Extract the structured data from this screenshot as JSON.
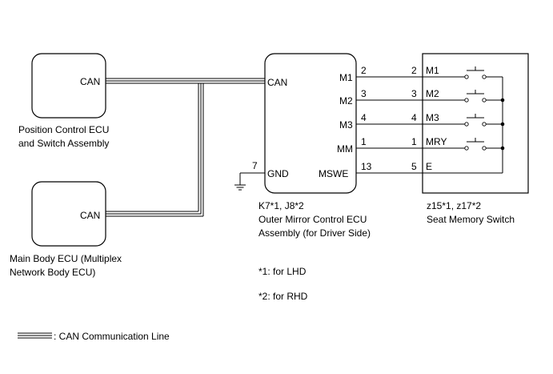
{
  "ecus": {
    "position": {
      "port": "CAN",
      "caption": [
        "Position Control ECU",
        "and Switch Assembly"
      ]
    },
    "main_body": {
      "port": "CAN",
      "caption": [
        "Main Body ECU (Multiplex",
        "Network Body ECU)"
      ]
    },
    "mirror": {
      "can_port": "CAN",
      "gnd_port": "GND",
      "gnd_pin": "7",
      "pins": [
        {
          "name": "M1",
          "ecu_pin": "2",
          "switch_pin": "2",
          "switch_label": "M1"
        },
        {
          "name": "M2",
          "ecu_pin": "3",
          "switch_pin": "3",
          "switch_label": "M2"
        },
        {
          "name": "M3",
          "ecu_pin": "4",
          "switch_pin": "4",
          "switch_label": "M3"
        },
        {
          "name": "MM",
          "ecu_pin": "1",
          "switch_pin": "1",
          "switch_label": "MRY"
        },
        {
          "name": "MSWE",
          "ecu_pin": "13",
          "switch_pin": "5",
          "switch_label": "E"
        }
      ],
      "connector": "K7*1, J8*2",
      "caption": [
        "Outer Mirror Control ECU",
        "Assembly (for Driver Side)"
      ]
    }
  },
  "switch_unit": {
    "connector": "z15*1, z17*2",
    "caption": "Seat Memory Switch"
  },
  "notes": [
    "*1: for LHD",
    "*2: for RHD"
  ],
  "legend": {
    "label": ": CAN Communication Line"
  }
}
